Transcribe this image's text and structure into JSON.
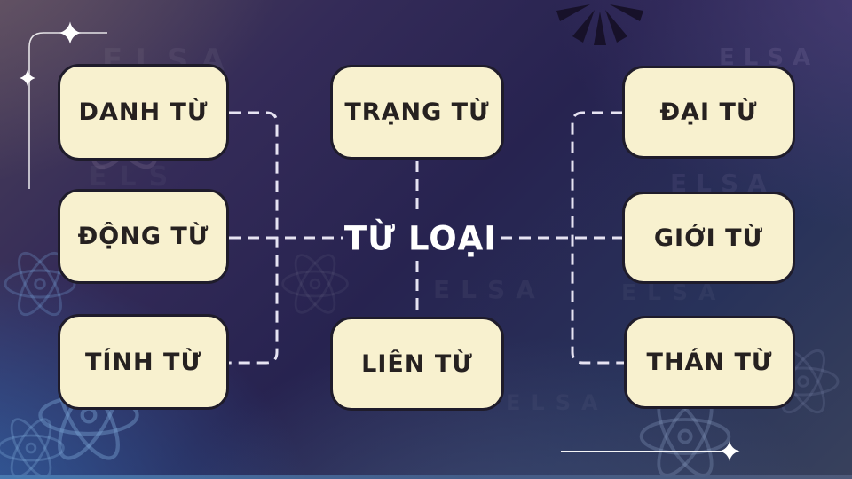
{
  "diagram": {
    "center_label": "TỪ LOẠI",
    "left_nodes": [
      "DANH TỪ",
      "ĐỘNG TỪ",
      "TÍNH TỪ"
    ],
    "middle_nodes": {
      "top": "TRẠNG TỪ",
      "bottom": "LIÊN TỪ"
    },
    "right_nodes": [
      "ĐẠI TỪ",
      "GIỚI TỪ",
      "THÁN TỪ"
    ]
  },
  "watermarks": {
    "brand": "ELSA",
    "brand_short": "ELS"
  },
  "icons": [
    "asterisk-burst-icon",
    "sparkle-icon",
    "atom-flower-icon"
  ],
  "colors": {
    "node_fill": "#f8f1cf",
    "node_border": "#1f1c2b",
    "node_text": "#262120",
    "center_text": "#ffffff",
    "connector": "#e6e3f2",
    "asterisk": "#171129",
    "sparkle": "#ffffff",
    "background_top_left": "#50445a",
    "background_top_right": "#473968",
    "background_center": "#272350",
    "background_bottom_left": "#2e5c99",
    "background_bottom_right": "#3a4158"
  }
}
